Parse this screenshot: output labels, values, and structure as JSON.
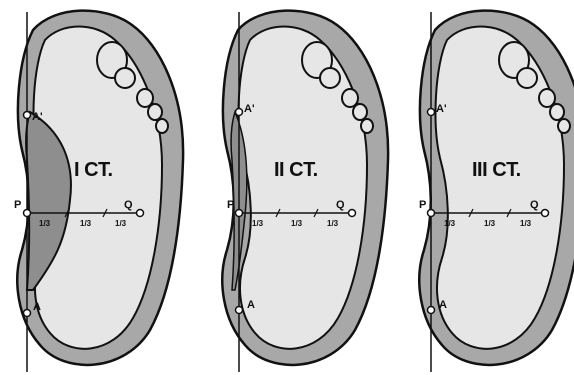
{
  "figures": [
    {
      "id": "I",
      "title": "I CT.",
      "points": {
        "A_prime": "A'",
        "P": "P",
        "Q": "Q",
        "A": "A"
      },
      "segments": [
        "1/3",
        "1/3",
        "1/3"
      ],
      "arch_fill": "shaded"
    },
    {
      "id": "II",
      "title": "II CT.",
      "points": {
        "A_prime": "A'",
        "P": "P",
        "Q": "Q",
        "A": "A"
      },
      "segments": [
        "1/3",
        "1/3",
        "1/3"
      ],
      "arch_fill": "partial"
    },
    {
      "id": "III",
      "title": "III CT.",
      "points": {
        "A_prime": "A'",
        "P": "P",
        "Q": "Q",
        "A": "A"
      },
      "segments": [
        "1/3",
        "1/3",
        "1/3"
      ],
      "arch_fill": "none"
    }
  ],
  "colors": {
    "outline": "#111111",
    "sole_rim": "#a8a8a8",
    "footprint": "#e6e6e6",
    "arch_shade": "#8e8e8e",
    "background": "#ffffff"
  }
}
